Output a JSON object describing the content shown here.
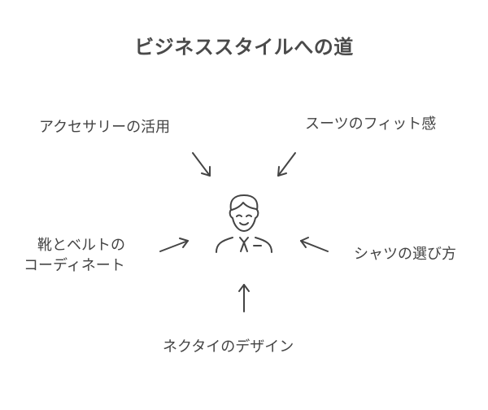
{
  "title": "ビジネススタイルへの道",
  "center": {
    "icon": "businessman-icon"
  },
  "nodes": {
    "accessories": "アクセサリーの活用",
    "suit_fit": "スーツのフィット感",
    "shoes_belt_line1": "靴とベルトの",
    "shoes_belt_line2": "コーディネート",
    "shirt": "シャツの選び方",
    "tie": "ネクタイのデザイン"
  },
  "colors": {
    "text": "#444444",
    "title": "#4a4a4a",
    "stroke": "#444444",
    "background": "#ffffff"
  }
}
